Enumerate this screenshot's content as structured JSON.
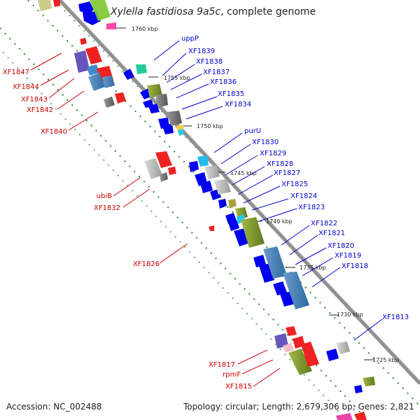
{
  "title": {
    "organism": "Xylella fastidiosa 9a5c",
    "suffix": ", complete genome"
  },
  "footer": {
    "accession": "Accession: NC_002488",
    "topology": "Topology: circular; Length: 2,679,306 bp; Genes: 2,821"
  },
  "colors": {
    "backbone": "#909090",
    "forward_label": "#0000cc",
    "reverse_label": "#cc0000",
    "tick_dots": "#2a8a2a"
  },
  "scale_ticks": [
    "1760 kbp",
    "1755 kbp",
    "1750 kbp",
    "1745 kbp",
    "1740 kbp",
    "1735 kbp",
    "1730 kbp",
    "1725 kbp"
  ],
  "forward_genes": [
    "uppP",
    "XF1839",
    "XF1838",
    "XF1837",
    "XF1836",
    "XF1835",
    "XF1834",
    "purU",
    "XF1830",
    "XF1829",
    "XF1828",
    "XF1827",
    "XF1825",
    "XF1824",
    "XF1823",
    "XF1822",
    "XF1821",
    "XF1820",
    "XF1819",
    "XF1818",
    "XF1813"
  ],
  "reverse_genes": [
    "XF1847",
    "XF1844",
    "XF1843",
    "XF1842",
    "XF1840",
    "ubiB",
    "XF1832",
    "XF1826",
    "XF1817",
    "rpmF",
    "XF1815"
  ]
}
